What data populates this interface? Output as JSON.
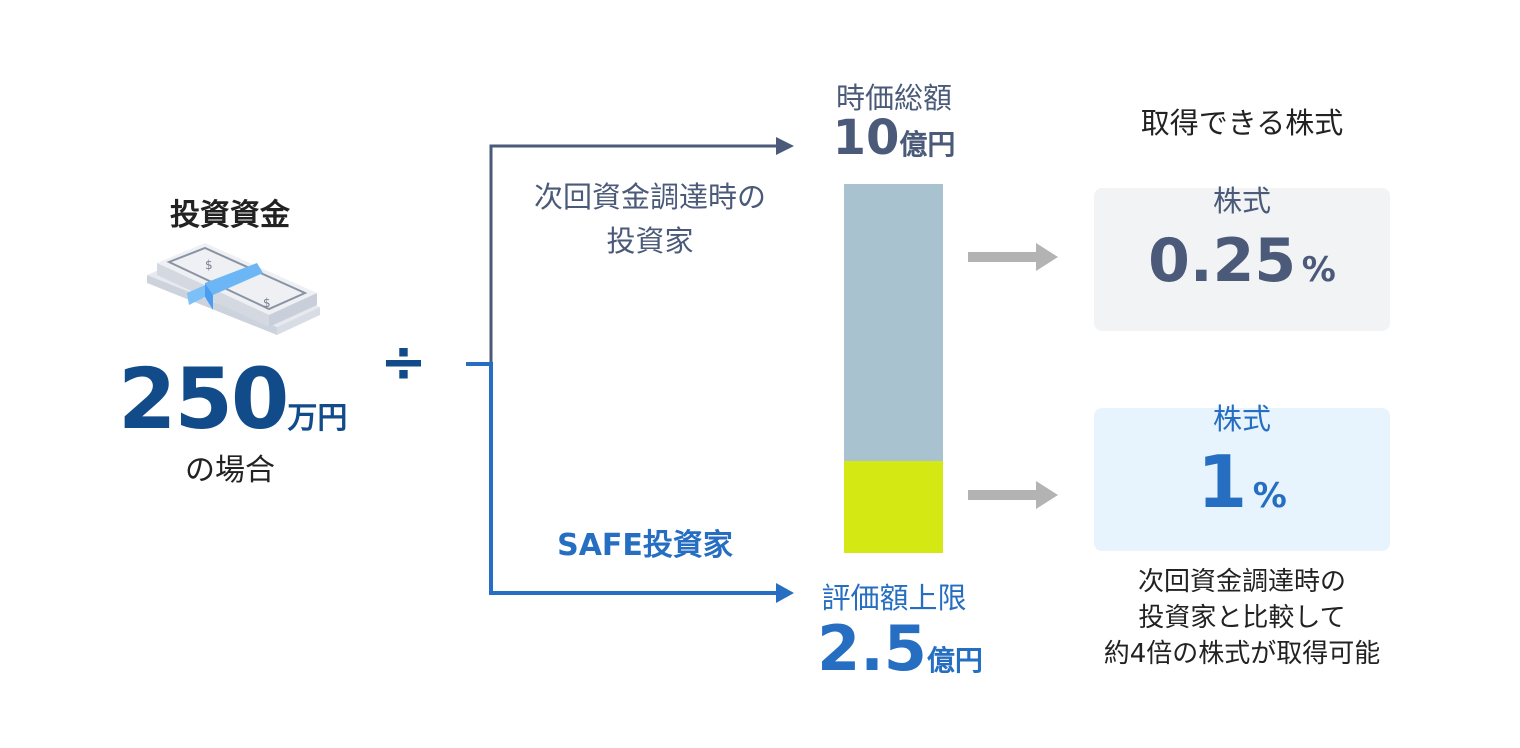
{
  "left": {
    "title": "投資資金",
    "amount": "250",
    "amount_unit": "万円",
    "suffix": "の場合",
    "icon": "money-stack-icon",
    "operator": "÷"
  },
  "next_round": {
    "label_line1": "次回資金調達時の",
    "label_line2": "投資家",
    "metric_label": "時価総額",
    "value": "10",
    "unit": "億円"
  },
  "safe": {
    "label": "SAFE投資家",
    "metric_label": "評価額上限",
    "value": "2.5",
    "unit": "億円"
  },
  "bar": {
    "total": 10,
    "safe_cap": 2.5,
    "colors": {
      "total": "#a9c2cf",
      "cap": "#d4e813"
    }
  },
  "right": {
    "title": "取得できる株式",
    "box1": {
      "label": "株式",
      "value": "0.25",
      "unit": "%"
    },
    "box2": {
      "label": "株式",
      "value": "1",
      "unit": "%"
    },
    "note_line1": "次回資金調達時の",
    "note_line2": "投資家と比較して",
    "note_line3": "約4倍の株式が取得可能"
  },
  "colors": {
    "navy": "#124b89",
    "slate": "#4a5a78",
    "blue": "#256ec2",
    "arrow_gray": "#b3b3b3"
  }
}
